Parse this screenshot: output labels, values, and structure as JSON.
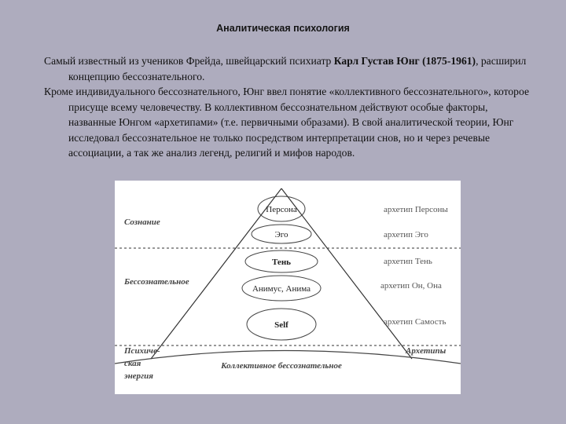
{
  "title": "Аналитическая психология",
  "paragraphs": {
    "p1_before": "Самый известный из учеников Фрейда, швейцарский психиатр ",
    "p1_bold": "Карл Густав Юнг (1875-1961)",
    "p1_after": ", расширил концепцию бессознательного.",
    "p2": "Кроме индивидуального бессознательного, Юнг ввел понятие «коллективного бессознательного», которое присуще всему человечеству. В коллективном бессознательном действуют особые факторы, названные Юнгом «архетипами» (т.е. первичными образами). В свой аналитической теории, Юнг исследовал бессознательное не только посредством интерпретации снов, но и через речевые ассоциации, а так же анализ легенд, религий и мифов народов."
  },
  "diagram": {
    "levels": {
      "consciousness": "Сознание",
      "unconscious": "Бессознательное",
      "psychic_energy_1": "Психиче-",
      "psychic_energy_2": "ская",
      "psychic_energy_3": "энергия"
    },
    "ovals": {
      "persona": "Персона",
      "ego": "Эго",
      "shadow": "Тень",
      "animus_anima": "Анимус, Анима",
      "self": "Self",
      "collective": "Коллективное бессознательное"
    },
    "archetypes": {
      "persona": "архетип Персоны",
      "ego": "архетип Эго",
      "shadow": "архетип Тень",
      "animus_anima": "архетип Он, Она",
      "self": "архетип Самость",
      "header": "Архетипы"
    }
  }
}
